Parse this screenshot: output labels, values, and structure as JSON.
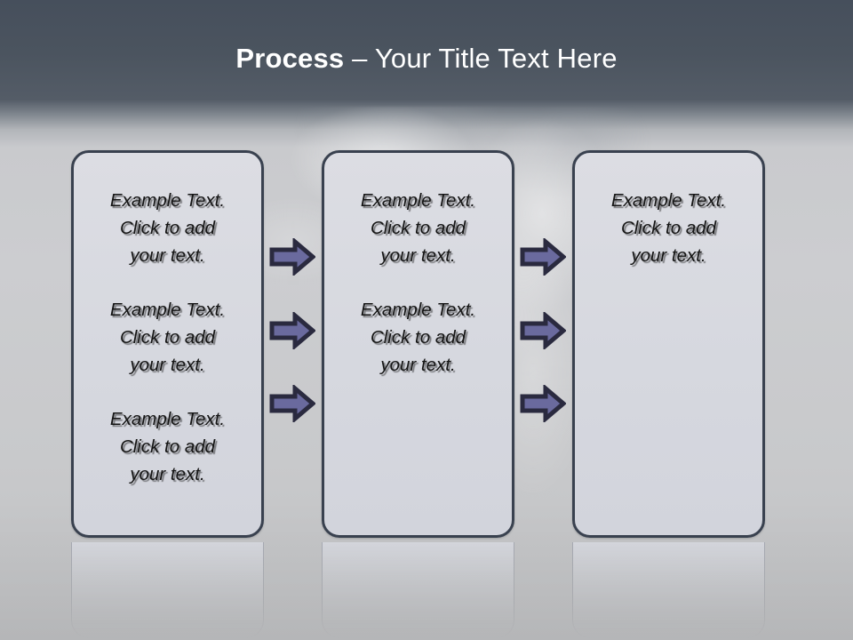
{
  "slide": {
    "title": {
      "strong": "Process",
      "rest": " – Your Title Text Here"
    },
    "theme": {
      "title_band_color": "#4b545f",
      "body_background_color": "#cbccce",
      "box_fill_color": "#d8dae1",
      "box_border_color": "#39414f",
      "arrow_fill_color": "#6a6a9e",
      "arrow_border_color": "#2a2a3f",
      "text_color": "#141414",
      "title_text_color": "#ffffff"
    },
    "placeholder_text": "Example Text.\nClick  to add\nyour text.",
    "columns": [
      {
        "id": "column-1",
        "blocks": [
          "Example Text.\nClick  to add\nyour text.",
          "Example Text.\nClick  to add\nyour text.",
          "Example Text.\nClick  to add\nyour text."
        ]
      },
      {
        "id": "column-2",
        "blocks": [
          "Example Text.\nClick  to add\nyour text.",
          "Example Text.\nClick  to add\nyour text."
        ]
      },
      {
        "id": "column-3",
        "blocks": [
          "Example Text.\nClick  to add\nyour text."
        ]
      }
    ],
    "connectors": [
      {
        "id": "arrow-gap1-row1",
        "icon": "right-arrow-icon",
        "gap": 1,
        "row": 1
      },
      {
        "id": "arrow-gap1-row2",
        "icon": "right-arrow-icon",
        "gap": 1,
        "row": 2
      },
      {
        "id": "arrow-gap1-row3",
        "icon": "right-arrow-icon",
        "gap": 1,
        "row": 3
      },
      {
        "id": "arrow-gap2-row1",
        "icon": "right-arrow-icon",
        "gap": 2,
        "row": 1
      },
      {
        "id": "arrow-gap2-row2",
        "icon": "right-arrow-icon",
        "gap": 2,
        "row": 2
      },
      {
        "id": "arrow-gap2-row3",
        "icon": "right-arrow-icon",
        "gap": 2,
        "row": 3
      }
    ]
  }
}
